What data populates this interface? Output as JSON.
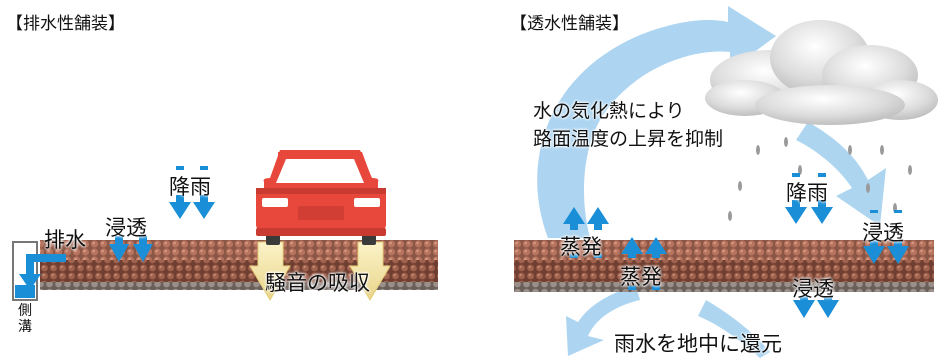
{
  "left": {
    "title": "【排水性舗装】",
    "rain": "降雨",
    "infiltration": "浸透",
    "drainage": "排水",
    "gutter_top": "側",
    "gutter_bottom": "溝",
    "noise": "騒音の吸収"
  },
  "right": {
    "title": "【透水性舗装】",
    "heat_line1": "水の気化熱により",
    "heat_line2": "路面温度の上昇を抑制",
    "rain": "降雨",
    "infiltration_right": "浸透",
    "infiltration_lower": "浸透",
    "evaporation_left": "蒸発",
    "evaporation_mid": "蒸発",
    "return": "雨水を地中に還元"
  },
  "colors": {
    "arrow_blue": "#1a8fd8",
    "cycle_blue": "#a9d3f0",
    "car_red": "#e8473c",
    "pavement_brown": "#7a4a3a",
    "noise_yellow": "#f2e3a0"
  }
}
